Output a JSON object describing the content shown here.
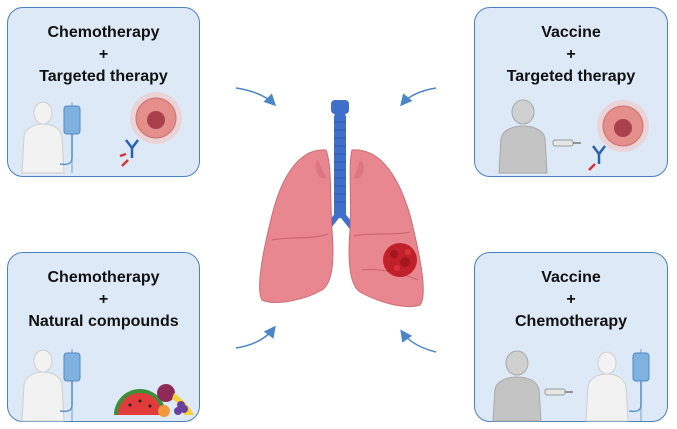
{
  "boxes": {
    "top_left": {
      "line1": "Chemotherapy",
      "plus": "+",
      "line2": "Targeted therapy"
    },
    "top_right": {
      "line1": "Vaccine",
      "plus": "+",
      "line2": "Targeted therapy"
    },
    "bottom_left": {
      "line1": "Chemotherapy",
      "plus": "+",
      "line2": "Natural compounds"
    },
    "bottom_right": {
      "line1": "Vaccine",
      "plus": "+",
      "line2": "Chemotherapy"
    }
  },
  "colors": {
    "box_fill": "#dde9f6",
    "box_border": "#4a7fc1",
    "lung": "#e8878f",
    "trachea": "#3f6fc9",
    "tumor": "#c0202a",
    "arrow": "#4a86c6"
  },
  "icons": [
    "person-icon",
    "iv-bag-icon",
    "tumor-cell-icon",
    "antibody-icon",
    "syringe-icon",
    "fruits-icon",
    "lungs-icon",
    "arrow-icon"
  ]
}
